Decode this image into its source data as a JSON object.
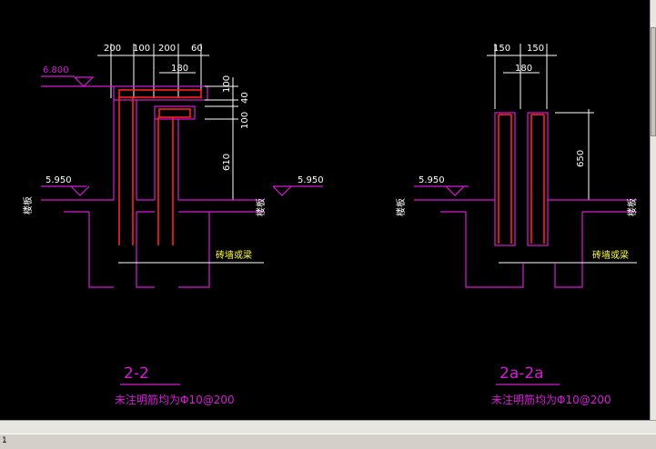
{
  "section_left": {
    "dims_top": [
      "200",
      "100",
      "200",
      "60"
    ],
    "dim_180": "180",
    "dims_vertical": [
      "100",
      "40",
      "100",
      "610"
    ],
    "level_top": "6.800",
    "level_left": "5.950",
    "level_right": "5.950",
    "label_beam": "砖墙或梁",
    "side_label_left": "楼板",
    "side_label_right": "楼板",
    "title": "2-2",
    "note": "未注明筋均为Φ10@200"
  },
  "section_right": {
    "dims_top": [
      "150",
      "150"
    ],
    "dim_180": "180",
    "dim_vertical": "650",
    "level_left": "5.950",
    "label_beam": "砖墙或梁",
    "side_label_left": "楼板",
    "side_label_right": "楼板",
    "title": "2a-2a",
    "note": "未注明筋均为Φ10@200"
  },
  "status": {
    "coord": "1"
  },
  "colors": {
    "background": "#000000",
    "outline": "#d81ad8",
    "rebar": "#ff2020",
    "dimension": "#ffffff"
  }
}
